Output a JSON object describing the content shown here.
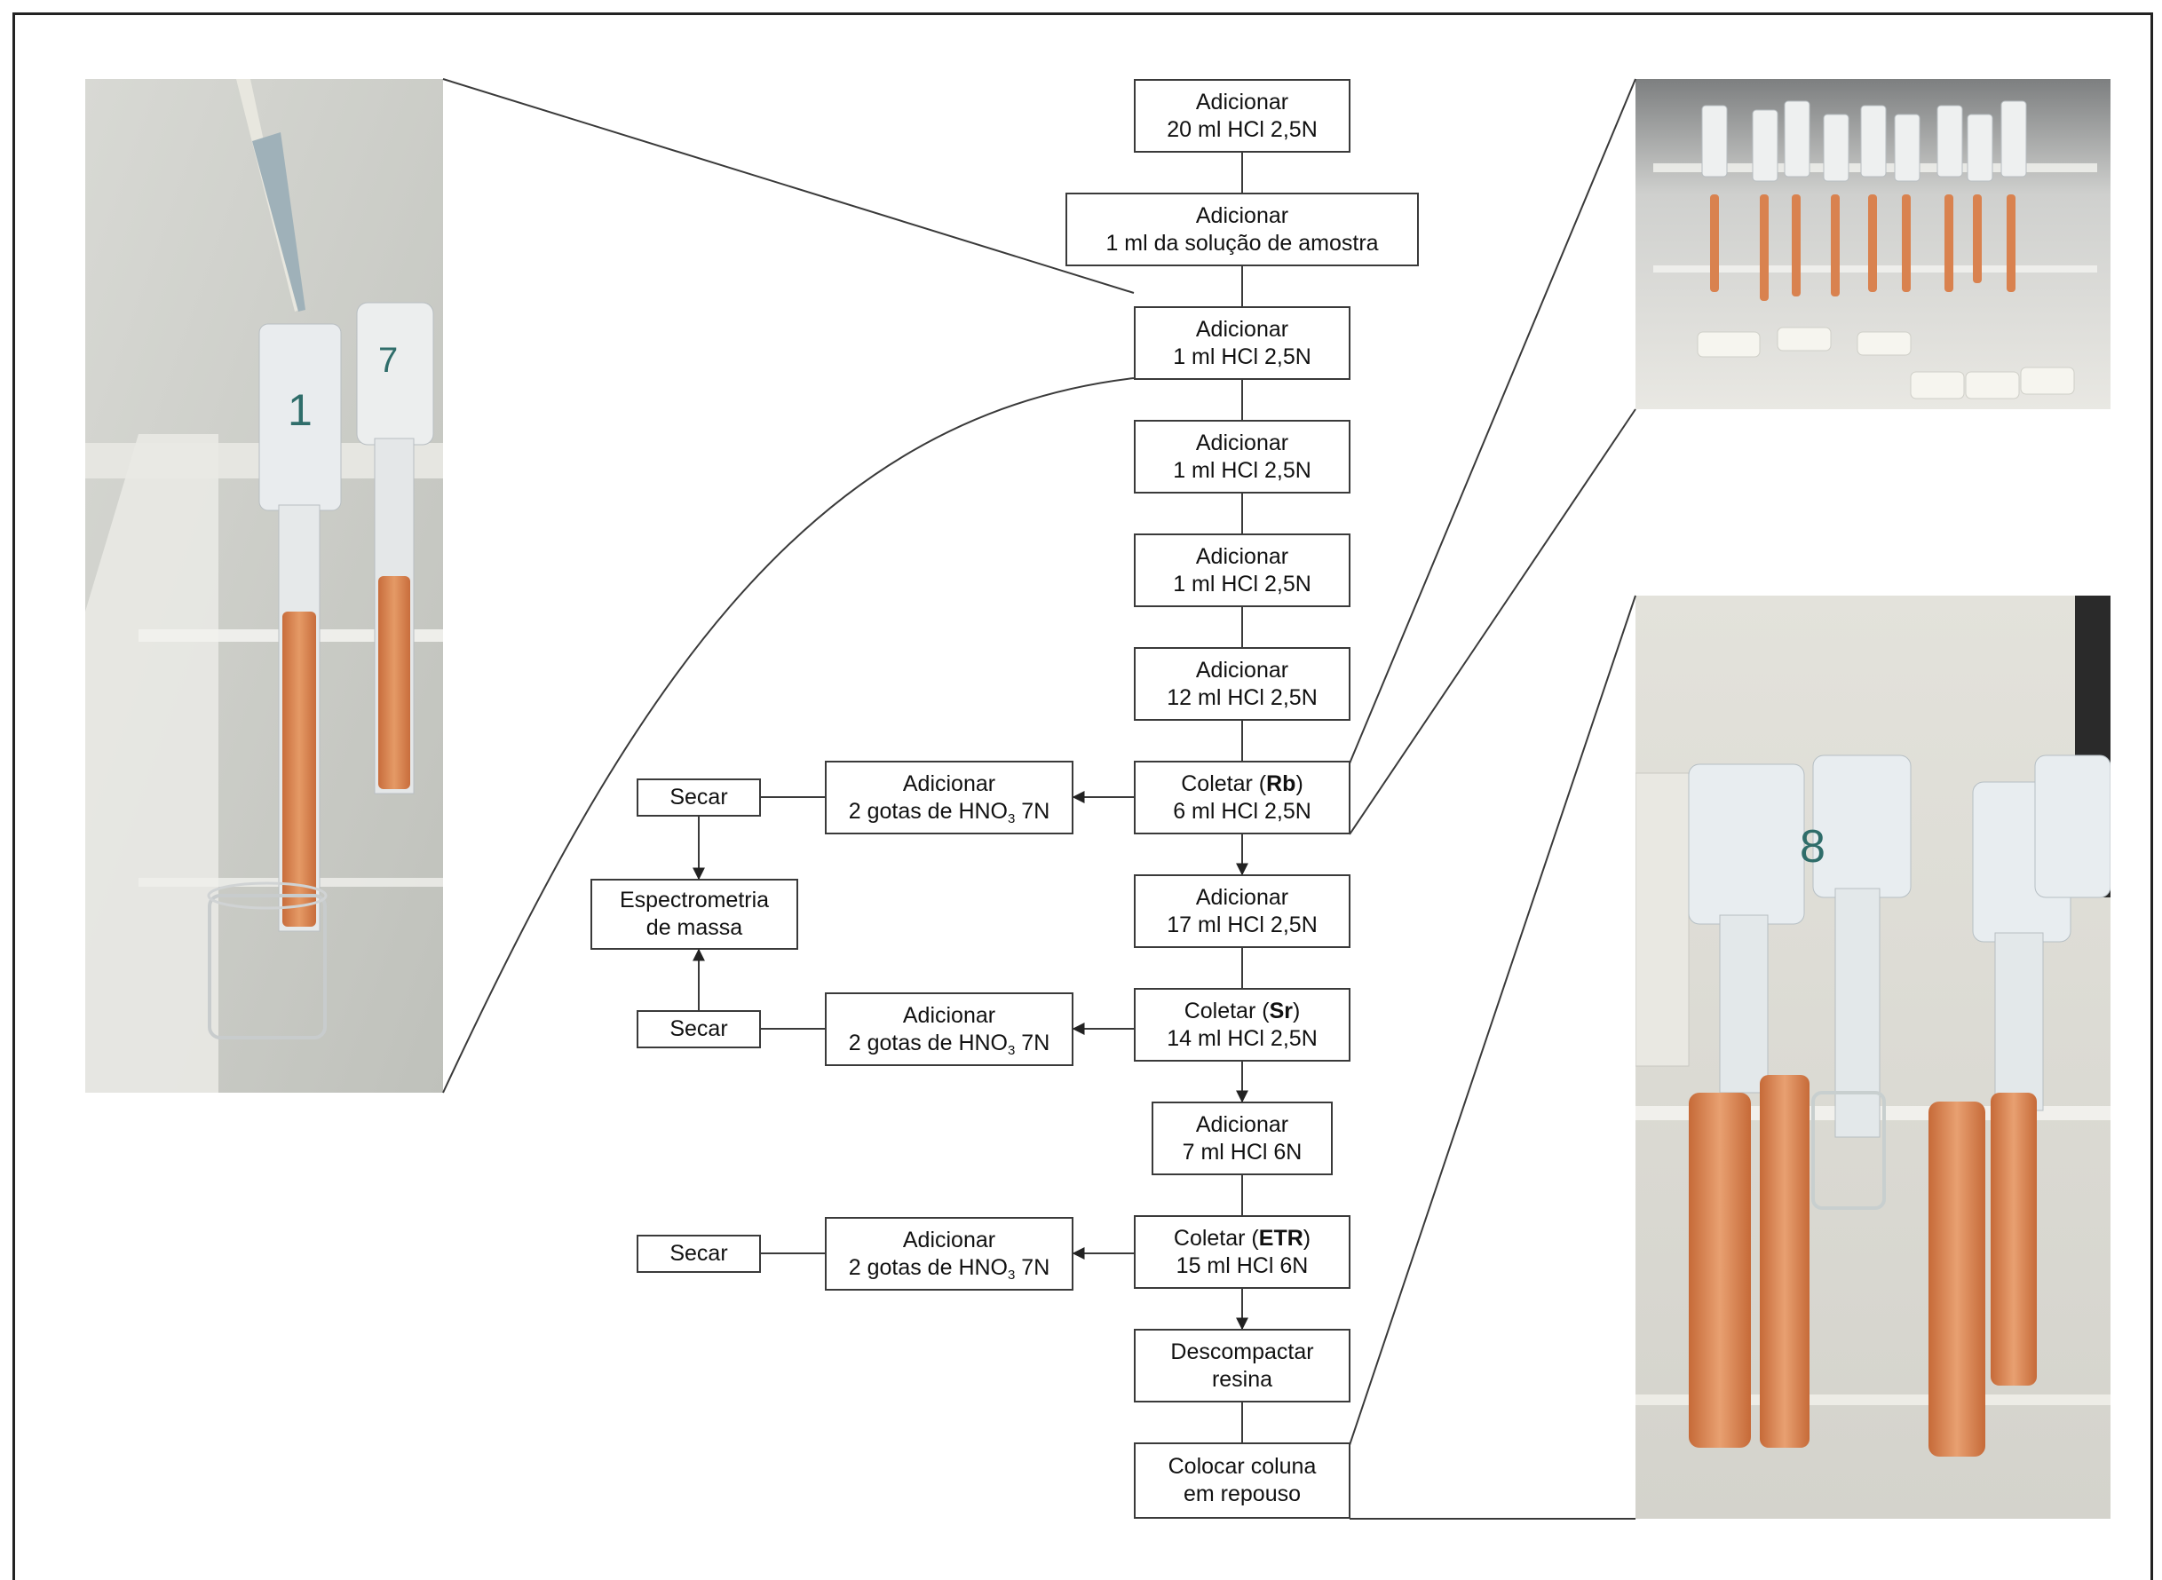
{
  "flow": {
    "s1": {
      "line1": "Adicionar",
      "line2": "20 ml HCl 2,5N"
    },
    "s2": {
      "line1": "Adicionar",
      "line2": "1 ml da solução de amostra"
    },
    "s3": {
      "line1": "Adicionar",
      "line2": "1 ml HCl 2,5N"
    },
    "s4": {
      "line1": "Adicionar",
      "line2": "1 ml HCl 2,5N"
    },
    "s5": {
      "line1": "Adicionar",
      "line2": "1 ml HCl 2,5N"
    },
    "s6": {
      "line1": "Adicionar",
      "line2": "12 ml HCl 2,5N"
    },
    "s7": {
      "pre": "Coletar (",
      "bold": "Rb",
      "post": ")",
      "line2": "6 ml HCl 2,5N"
    },
    "s8": {
      "line1": "Adicionar",
      "line2": "17 ml HCl 2,5N"
    },
    "s9": {
      "pre": "Coletar (",
      "bold": "Sr",
      "post": ")",
      "line2": "14 ml HCl 2,5N"
    },
    "s10": {
      "line1": "Adicionar",
      "line2": "7 ml HCl 6N"
    },
    "s11": {
      "pre": "Coletar (",
      "bold": "ETR",
      "post": ")",
      "line2": "15 ml HCl 6N"
    },
    "s12": {
      "line1": "Descompactar",
      "line2": "resina"
    },
    "s13": {
      "line1": "Colocar coluna",
      "line2": "em repouso"
    }
  },
  "side": {
    "hno3_line1": "Adicionar",
    "hno3_pre": "2 gotas de HNO",
    "hno3_sub": "3",
    "hno3_post": " 7N",
    "dry": "Secar",
    "ms_line1": "Espectrometria",
    "ms_line2": "de massa"
  },
  "photo_labels": {
    "tube_left_1": "1",
    "tube_left_7": "7",
    "tube_right_8": "8"
  },
  "colors": {
    "resin": "#d9824f",
    "line": "#3a3a3a",
    "bench": "#ecebe6"
  }
}
